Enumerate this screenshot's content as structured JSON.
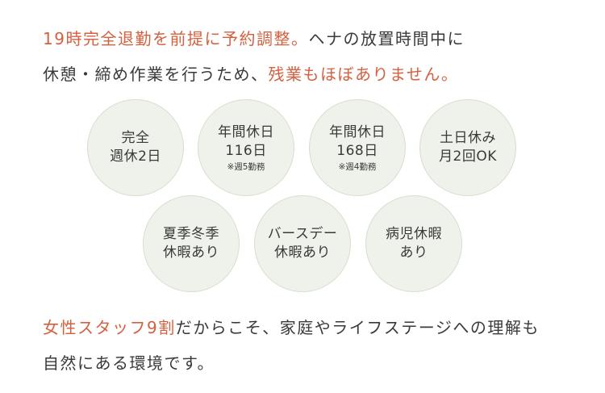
{
  "intro": {
    "line1_hl": "19時完全退勤を前提に予約調整。",
    "line1_rest": "ヘナの放置時間中に",
    "line2_plain": "休憩・締め作業を行うため、",
    "line2_hl": "残業もほぼありません。"
  },
  "badges": [
    {
      "line1": "完全",
      "line2": "週休2日",
      "note": ""
    },
    {
      "line1": "年間休日",
      "line2": "116日",
      "note": "※週5勤務"
    },
    {
      "line1": "年間休日",
      "line2": "168日",
      "note": "※週4勤務"
    },
    {
      "line1": "土日休み",
      "line2": "月2回OK",
      "note": ""
    },
    {
      "line1": "夏季冬季",
      "line2": "休暇あり",
      "note": ""
    },
    {
      "line1": "バースデー",
      "line2": "休暇あり",
      "note": ""
    },
    {
      "line1": "病児休暇",
      "line2": "あり",
      "note": ""
    }
  ],
  "outro": {
    "line1_hl": "女性スタッフ9割",
    "line1_rest": "だからこそ、家庭やライフステージへの理解も",
    "line2": "自然にある環境です。"
  },
  "colors": {
    "highlight": "#d4603f",
    "text": "#3a3a3a",
    "circle_fill": "#eef2ea",
    "circle_border": "#d6dfcf"
  }
}
